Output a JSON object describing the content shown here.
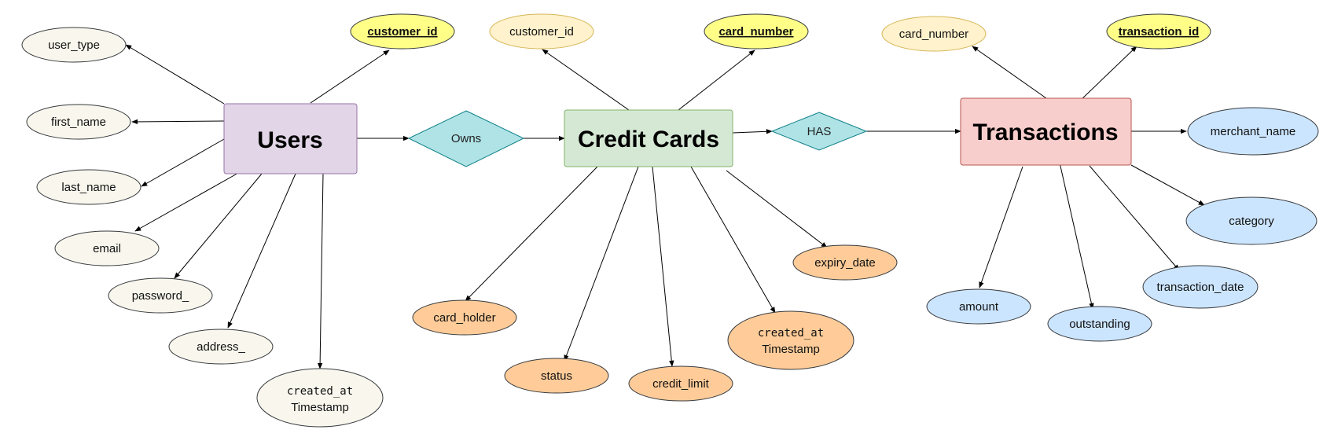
{
  "colors": {
    "users_fill": "#e1d5e7",
    "users_stroke": "#9673a6",
    "cards_fill": "#d5e8d4",
    "cards_stroke": "#82b366",
    "trans_fill": "#f8cecc",
    "trans_stroke": "#b85450",
    "rel_fill": "#b0e3e6",
    "rel_stroke": "#0e8088",
    "key_fill": "#ffff88",
    "key_stroke": "#36393d",
    "fk_fill": "#fff2cc",
    "fk_stroke": "#d6b656",
    "users_attr_fill": "#f9f7ed",
    "users_attr_stroke": "#36393d",
    "cards_attr_fill": "#ffcc99",
    "cards_attr_stroke": "#36393d",
    "trans_attr_fill": "#cce5ff",
    "trans_attr_stroke": "#36393d"
  },
  "entities": {
    "users": "Users",
    "credit_cards": "Credit Cards",
    "transactions": "Transactions"
  },
  "relationships": {
    "owns": "Owns",
    "has": "HAS"
  },
  "users_attrs": {
    "user_type": "user_type",
    "customer_id": "customer_id",
    "first_name": "first_name",
    "last_name": "last_name",
    "email": "email",
    "password": "password_",
    "address": "address_",
    "created_at_line1": "created_at",
    "created_at_line2": "Timestamp"
  },
  "cards_attrs": {
    "customer_id": "customer_id",
    "card_number": "card_number",
    "card_holder": "card_holder",
    "status": "status",
    "credit_limit": "credit_limit",
    "created_at_line1": "created_at",
    "created_at_line2": "Timestamp",
    "expiry_date": "expiry_date"
  },
  "trans_attrs": {
    "card_number": "card_number",
    "transaction_id": "transaction_id",
    "merchant_name": "merchant_name",
    "category": "category",
    "transaction_date": "transaction_date",
    "outstanding": "outstanding",
    "amount": "amount"
  }
}
